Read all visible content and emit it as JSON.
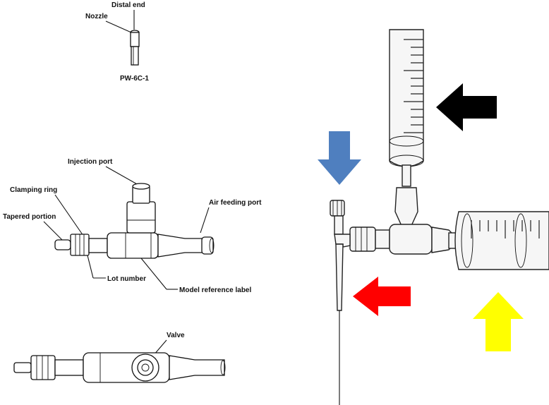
{
  "labels": {
    "distal_end": "Distal end",
    "nozzle": "Nozzle",
    "model_code": "PW-6C-1",
    "injection_port": "Injection port",
    "clamping_ring": "Clamping ring",
    "air_feeding_port": "Air feeding port",
    "tapered_portion": "Tapered portion",
    "lot_number": "Lot number",
    "model_reference_label": "Model reference label",
    "valve": "Valve"
  },
  "arrows": {
    "black": "#000000",
    "blue": "#4f7fbf",
    "red": "#ff0000",
    "yellow": "#ffff00"
  }
}
